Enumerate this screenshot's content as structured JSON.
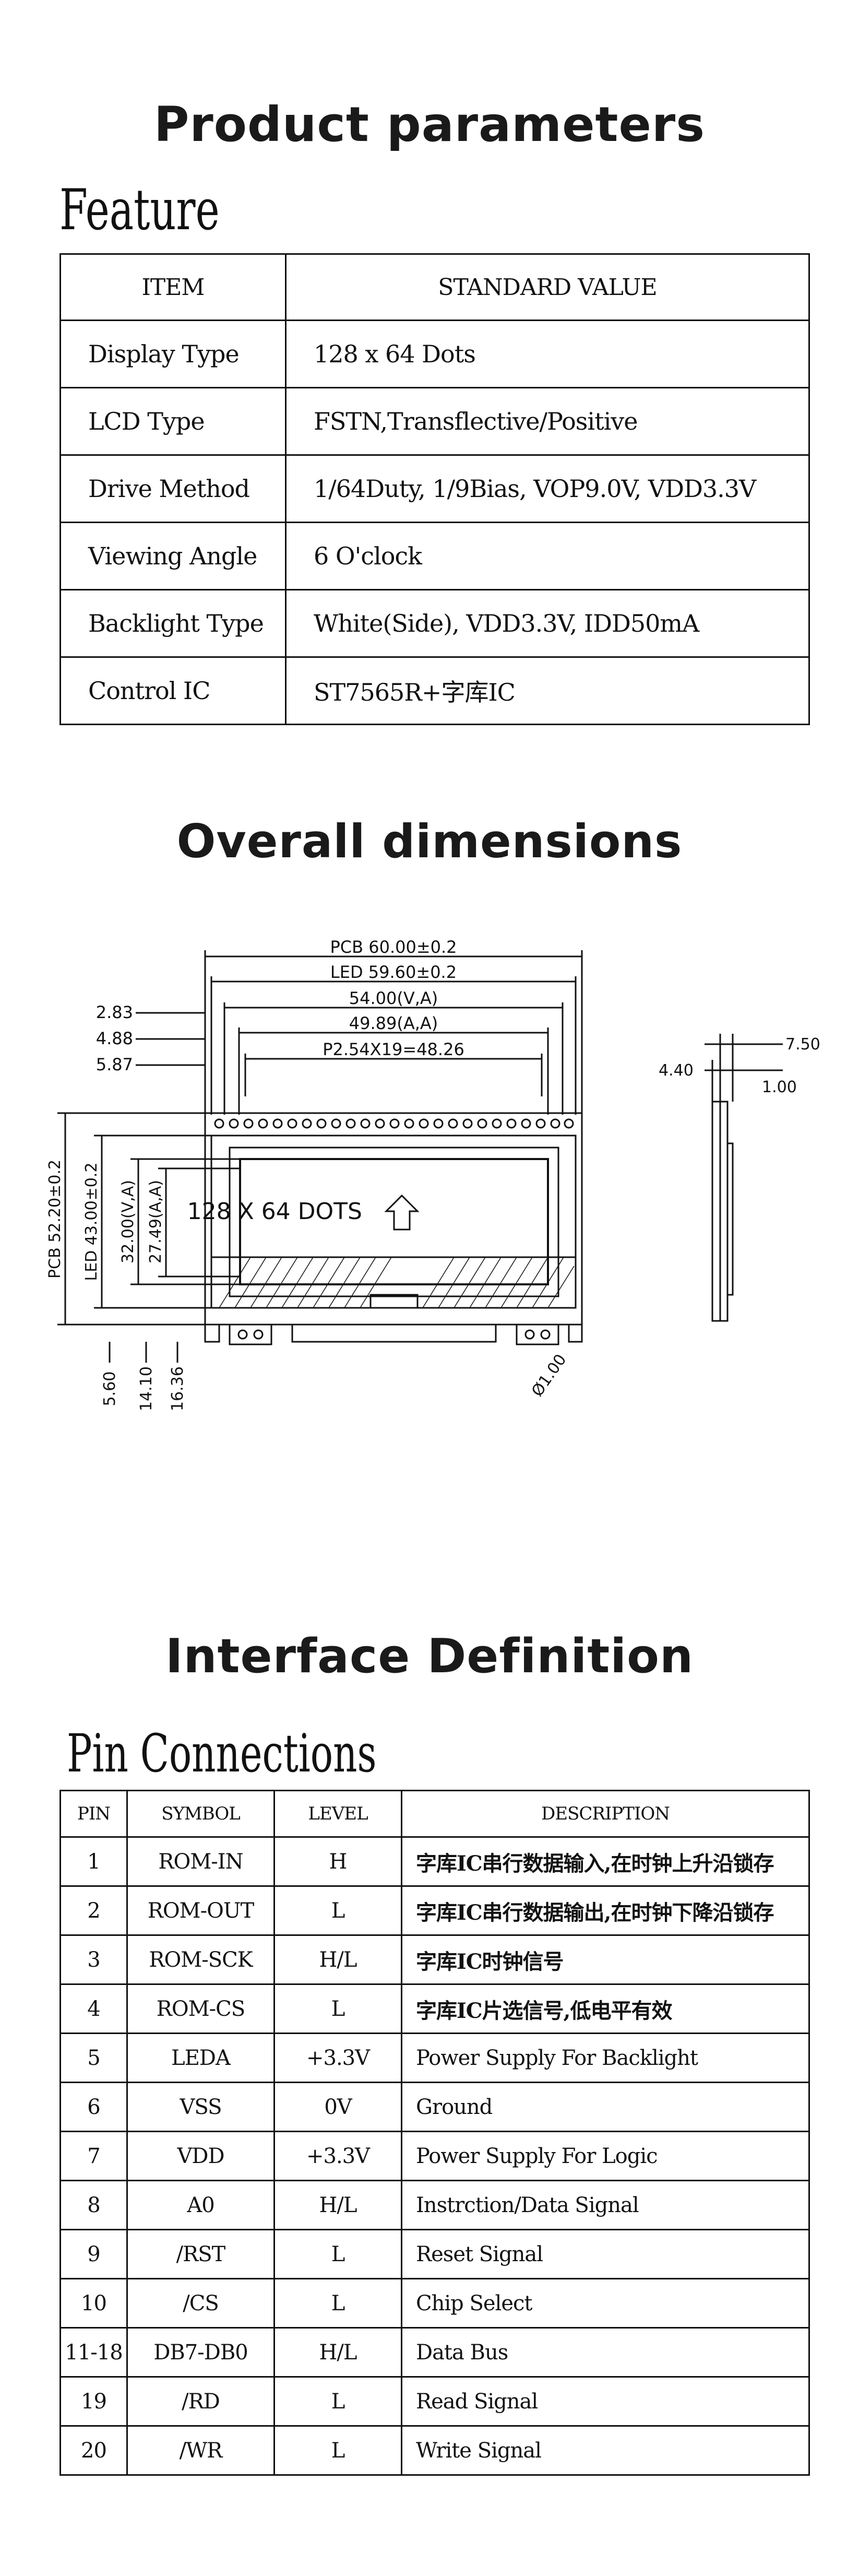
{
  "product_title": "Product parameters",
  "feature": {
    "title": "Feature",
    "header": {
      "item": "ITEM",
      "value": "STANDARD VALUE"
    },
    "rows": [
      {
        "item": "Display Type",
        "value": "128 x 64 Dots"
      },
      {
        "item": "LCD Type",
        "value": "FSTN,Transflective/Positive"
      },
      {
        "item": "Drive Method",
        "value": "1/64Duty, 1/9Bias, VOP9.0V, VDD3.3V"
      },
      {
        "item": "Viewing Angle",
        "value": "6 O'clock"
      },
      {
        "item": "Backlight Type",
        "value": "White(Side), VDD3.3V, IDD50mA"
      },
      {
        "item": "Control IC",
        "value": "ST7565R+字库IC"
      }
    ]
  },
  "overall_title": "Overall dimensions",
  "drawing": {
    "pcb_width": "PCB 60.00±0.2",
    "led_width": "LED 59.60±0.2",
    "va_width": "54.00(V,A)",
    "aa_width": "49.89(A,A)",
    "pitch": "P2.54X19=48.26",
    "left_283": "2.83",
    "left_488": "4.88",
    "left_587": "5.87",
    "pcb_height": "PCB 52.20±0.2",
    "led_height": "LED 43.00±0.2",
    "va_height": "32.00(V,A)",
    "aa_height": "27.49(A,A)",
    "bottom_560": "5.60",
    "bottom_1410": "14.10",
    "bottom_1636": "16.36",
    "hole": "Ø1.00",
    "side_750": "7.50",
    "side_440": "4.40",
    "side_100": "1.00",
    "screen_text": "128 X 64 DOTS"
  },
  "interface_title": "Interface Definition",
  "pins": {
    "title": "Pin Connections",
    "header": {
      "pin": "PIN",
      "symbol": "SYMBOL",
      "level": "LEVEL",
      "description": "DESCRIPTION"
    },
    "rows": [
      {
        "pin": "1",
        "symbol": "ROM-IN",
        "level": "H",
        "description": "字库IC串行数据输入,在时钟上升沿锁存"
      },
      {
        "pin": "2",
        "symbol": "ROM-OUT",
        "level": "L",
        "description": "字库IC串行数据输出,在时钟下降沿锁存"
      },
      {
        "pin": "3",
        "symbol": "ROM-SCK",
        "level": "H/L",
        "description": "字库IC时钟信号"
      },
      {
        "pin": "4",
        "symbol": "ROM-CS",
        "level": "L",
        "description": "字库IC片选信号,低电平有效"
      },
      {
        "pin": "5",
        "symbol": "LEDA",
        "level": "+3.3V",
        "description": "Power Supply For Backlight"
      },
      {
        "pin": "6",
        "symbol": "VSS",
        "level": "0V",
        "description": "Ground"
      },
      {
        "pin": "7",
        "symbol": "VDD",
        "level": "+3.3V",
        "description": "Power Supply For Logic"
      },
      {
        "pin": "8",
        "symbol": "A0",
        "level": "H/L",
        "description": "Instrction/Data Signal"
      },
      {
        "pin": "9",
        "symbol": "/RST",
        "level": "L",
        "description": "Reset Signal"
      },
      {
        "pin": "10",
        "symbol": "/CS",
        "level": "L",
        "description": "Chip Select"
      },
      {
        "pin": "11-18",
        "symbol": "DB7-DB0",
        "level": "H/L",
        "description": "Data Bus"
      },
      {
        "pin": "19",
        "symbol": "/RD",
        "level": "L",
        "description": "Read Signal"
      },
      {
        "pin": "20",
        "symbol": "/WR",
        "level": "L",
        "description": "Write Signal"
      }
    ]
  }
}
